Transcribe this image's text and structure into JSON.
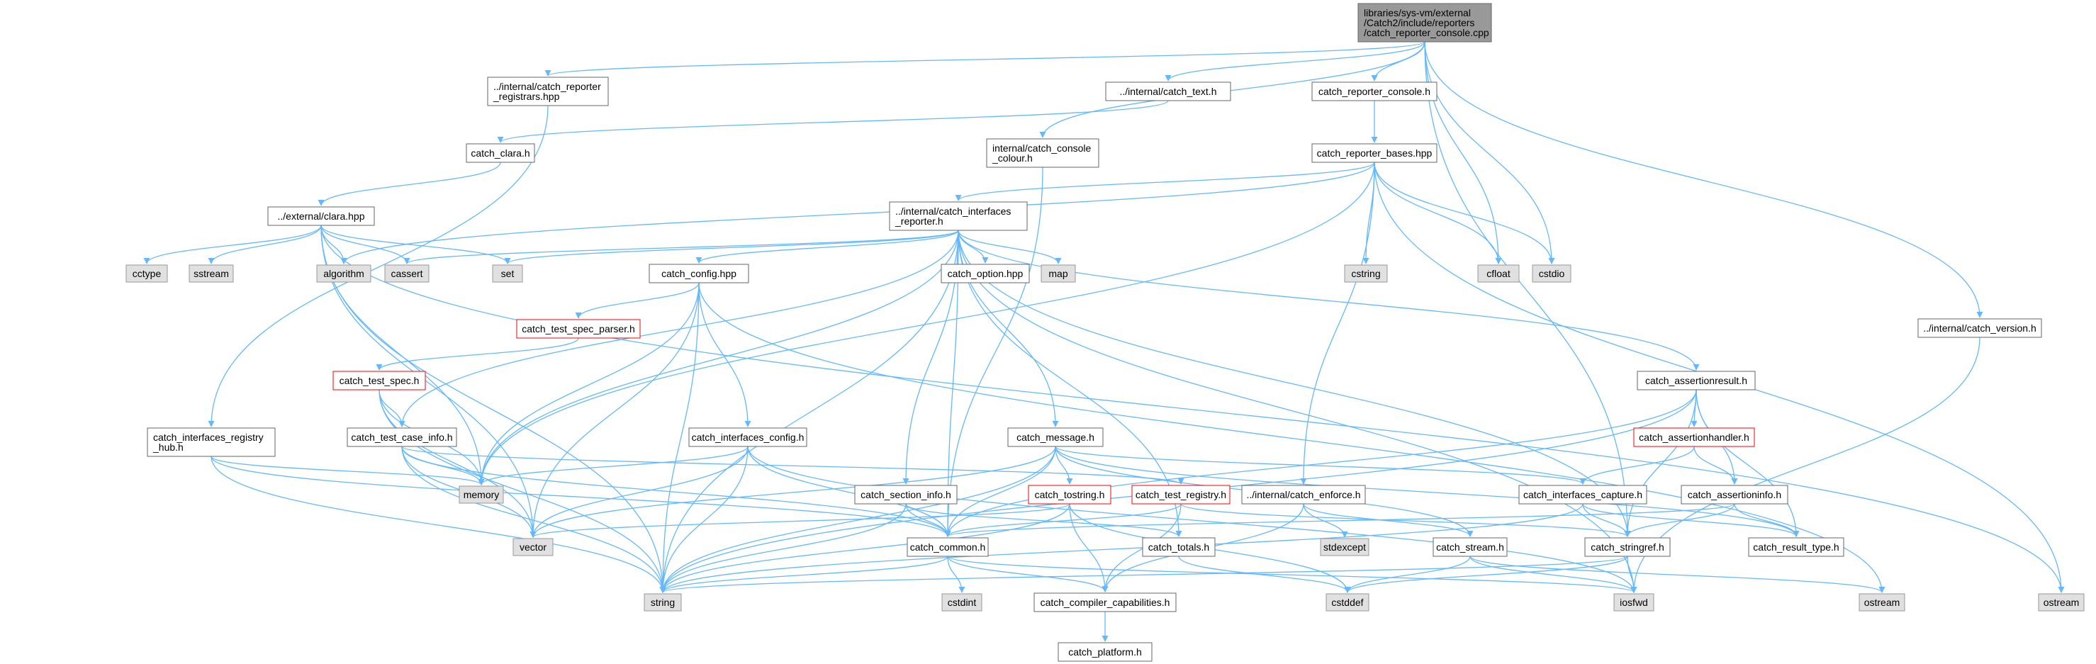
{
  "colors": {
    "edge": "#63b8ff",
    "node_border": "#666666",
    "node_fill": "#ffffff",
    "root_fill": "#999999",
    "root_border": "#666666",
    "system_fill": "#e0e0e0",
    "system_border": "#999999",
    "truncated_border": "#ff0000"
  },
  "nodes": [
    {
      "id": "root",
      "kind": "root",
      "lines": [
        "libraries/sys-vm/external",
        "/Catch2/include/reporters",
        "/catch_reporter_console.cpp"
      ]
    },
    {
      "id": "registrars",
      "kind": "normal",
      "lines": [
        "../internal/catch_reporter",
        "_registrars.hpp"
      ]
    },
    {
      "id": "ctext",
      "kind": "normal",
      "lines": [
        "../internal/catch_text.h"
      ]
    },
    {
      "id": "rconsole",
      "kind": "normal",
      "lines": [
        "catch_reporter_console.h"
      ]
    },
    {
      "id": "colour",
      "kind": "normal",
      "lines": [
        "internal/catch_console",
        "_colour.h"
      ]
    },
    {
      "id": "clara",
      "kind": "normal",
      "lines": [
        "catch_clara.h"
      ]
    },
    {
      "id": "bases",
      "kind": "normal",
      "lines": [
        "catch_reporter_bases.hpp"
      ]
    },
    {
      "id": "extclara",
      "kind": "normal",
      "lines": [
        "../external/clara.hpp"
      ]
    },
    {
      "id": "ireporter",
      "kind": "normal",
      "lines": [
        "../internal/catch_interfaces",
        "_reporter.h"
      ]
    },
    {
      "id": "cctype",
      "kind": "system",
      "lines": [
        "cctype"
      ]
    },
    {
      "id": "sstream",
      "kind": "system",
      "lines": [
        "sstream"
      ]
    },
    {
      "id": "algorithm",
      "kind": "system",
      "lines": [
        "algorithm"
      ]
    },
    {
      "id": "cassert",
      "kind": "system",
      "lines": [
        "cassert"
      ]
    },
    {
      "id": "set",
      "kind": "system",
      "lines": [
        "set"
      ]
    },
    {
      "id": "config",
      "kind": "normal",
      "lines": [
        "catch_config.hpp"
      ]
    },
    {
      "id": "option",
      "kind": "normal",
      "lines": [
        "catch_option.hpp"
      ]
    },
    {
      "id": "map",
      "kind": "system",
      "lines": [
        "map"
      ]
    },
    {
      "id": "cstring",
      "kind": "system",
      "lines": [
        "cstring"
      ]
    },
    {
      "id": "cfloat",
      "kind": "system",
      "lines": [
        "cfloat"
      ]
    },
    {
      "id": "cstdio",
      "kind": "system",
      "lines": [
        "cstdio"
      ]
    },
    {
      "id": "version",
      "kind": "normal",
      "lines": [
        "../internal/catch_version.h"
      ]
    },
    {
      "id": "specparser",
      "kind": "truncated",
      "lines": [
        "catch_test_spec_parser.h"
      ]
    },
    {
      "id": "testspec",
      "kind": "truncated",
      "lines": [
        "catch_test_spec.h"
      ]
    },
    {
      "id": "assertresult",
      "kind": "normal",
      "lines": [
        "catch_assertionresult.h"
      ]
    },
    {
      "id": "reghub",
      "kind": "normal",
      "lines": [
        "catch_interfaces_registry",
        "_hub.h"
      ]
    },
    {
      "id": "caseinfo",
      "kind": "normal",
      "lines": [
        "catch_test_case_info.h"
      ]
    },
    {
      "id": "iconfig",
      "kind": "normal",
      "lines": [
        "catch_interfaces_config.h"
      ]
    },
    {
      "id": "message",
      "kind": "normal",
      "lines": [
        "catch_message.h"
      ]
    },
    {
      "id": "ahandler",
      "kind": "truncated",
      "lines": [
        "catch_assertionhandler.h"
      ]
    },
    {
      "id": "memory",
      "kind": "system",
      "lines": [
        "memory"
      ]
    },
    {
      "id": "tostring",
      "kind": "truncated",
      "lines": [
        "catch_tostring.h"
      ]
    },
    {
      "id": "testreg",
      "kind": "truncated",
      "lines": [
        "catch_test_registry.h"
      ]
    },
    {
      "id": "sectioninfo",
      "kind": "normal",
      "lines": [
        "catch_section_info.h"
      ]
    },
    {
      "id": "enforce",
      "kind": "normal",
      "lines": [
        "../internal/catch_enforce.h"
      ]
    },
    {
      "id": "icapture",
      "kind": "normal",
      "lines": [
        "catch_interfaces_capture.h"
      ]
    },
    {
      "id": "assertinfo",
      "kind": "normal",
      "lines": [
        "catch_assertioninfo.h"
      ]
    },
    {
      "id": "vector",
      "kind": "system",
      "lines": [
        "vector"
      ]
    },
    {
      "id": "common",
      "kind": "normal",
      "lines": [
        "catch_common.h"
      ]
    },
    {
      "id": "totals",
      "kind": "normal",
      "lines": [
        "catch_totals.h"
      ]
    },
    {
      "id": "stdexcept",
      "kind": "system",
      "lines": [
        "stdexcept"
      ]
    },
    {
      "id": "stream",
      "kind": "normal",
      "lines": [
        "catch_stream.h"
      ]
    },
    {
      "id": "stringref",
      "kind": "normal",
      "lines": [
        "catch_stringref.h"
      ]
    },
    {
      "id": "resulttype",
      "kind": "normal",
      "lines": [
        "catch_result_type.h"
      ]
    },
    {
      "id": "string",
      "kind": "system",
      "lines": [
        "string"
      ]
    },
    {
      "id": "cstdint",
      "kind": "system",
      "lines": [
        "cstdint"
      ]
    },
    {
      "id": "compcaps",
      "kind": "normal",
      "lines": [
        "catch_compiler_capabilities.h"
      ]
    },
    {
      "id": "cstddef",
      "kind": "system",
      "lines": [
        "cstddef"
      ]
    },
    {
      "id": "iosfwd",
      "kind": "system",
      "lines": [
        "iosfwd"
      ]
    },
    {
      "id": "ostream",
      "kind": "system",
      "lines": [
        "ostream"
      ]
    },
    {
      "id": "ostream2",
      "kind": "system",
      "lines": [
        "ostream"
      ]
    },
    {
      "id": "platform",
      "kind": "normal",
      "lines": [
        "catch_platform.h"
      ]
    }
  ],
  "edges": [
    [
      "root",
      "registrars"
    ],
    [
      "root",
      "ctext"
    ],
    [
      "root",
      "rconsole"
    ],
    [
      "root",
      "colour"
    ],
    [
      "root",
      "cfloat"
    ],
    [
      "root",
      "cstdio"
    ],
    [
      "root",
      "version"
    ],
    [
      "root",
      "stringref"
    ],
    [
      "registrars",
      "reghub"
    ],
    [
      "ctext",
      "clara"
    ],
    [
      "clara",
      "extclara"
    ],
    [
      "rconsole",
      "bases"
    ],
    [
      "colour",
      "common"
    ],
    [
      "bases",
      "ireporter"
    ],
    [
      "bases",
      "cstring"
    ],
    [
      "bases",
      "cfloat"
    ],
    [
      "bases",
      "cstdio"
    ],
    [
      "bases",
      "enforce"
    ],
    [
      "bases",
      "ostream2"
    ],
    [
      "bases",
      "memory"
    ],
    [
      "bases",
      "algorithm"
    ],
    [
      "extclara",
      "cctype"
    ],
    [
      "extclara",
      "sstream"
    ],
    [
      "extclara",
      "algorithm"
    ],
    [
      "extclara",
      "cassert"
    ],
    [
      "extclara",
      "set"
    ],
    [
      "extclara",
      "memory"
    ],
    [
      "extclara",
      "vector"
    ],
    [
      "extclara",
      "string"
    ],
    [
      "extclara",
      "ostream2"
    ],
    [
      "ireporter",
      "cassert"
    ],
    [
      "ireporter",
      "set"
    ],
    [
      "ireporter",
      "config"
    ],
    [
      "ireporter",
      "option"
    ],
    [
      "ireporter",
      "map"
    ],
    [
      "ireporter",
      "string"
    ],
    [
      "ireporter",
      "memory"
    ],
    [
      "ireporter",
      "assertresult"
    ],
    [
      "ireporter",
      "caseinfo"
    ],
    [
      "ireporter",
      "message"
    ],
    [
      "ireporter",
      "sectioninfo"
    ],
    [
      "ireporter",
      "common"
    ],
    [
      "ireporter",
      "totals"
    ],
    [
      "ireporter",
      "stringref"
    ],
    [
      "ireporter",
      "iosfwd"
    ],
    [
      "config",
      "specparser"
    ],
    [
      "config",
      "iconfig"
    ],
    [
      "config",
      "memory"
    ],
    [
      "config",
      "vector"
    ],
    [
      "config",
      "string"
    ],
    [
      "config",
      "ostream"
    ],
    [
      "specparser",
      "testspec"
    ],
    [
      "testspec",
      "caseinfo"
    ],
    [
      "testspec",
      "memory"
    ],
    [
      "testspec",
      "vector"
    ],
    [
      "testspec",
      "string"
    ],
    [
      "assertresult",
      "common"
    ],
    [
      "assertresult",
      "string"
    ],
    [
      "assertresult",
      "ahandler"
    ],
    [
      "assertresult",
      "assertinfo"
    ],
    [
      "assertresult",
      "resulttype"
    ],
    [
      "assertresult",
      "stringref"
    ],
    [
      "reghub",
      "memory"
    ],
    [
      "reghub",
      "string"
    ],
    [
      "reghub",
      "common"
    ],
    [
      "caseinfo",
      "memory"
    ],
    [
      "caseinfo",
      "vector"
    ],
    [
      "caseinfo",
      "string"
    ],
    [
      "caseinfo",
      "common"
    ],
    [
      "caseinfo",
      "testreg"
    ],
    [
      "iconfig",
      "memory"
    ],
    [
      "iconfig",
      "vector"
    ],
    [
      "iconfig",
      "string"
    ],
    [
      "iconfig",
      "common"
    ],
    [
      "iconfig",
      "iosfwd"
    ],
    [
      "message",
      "vector"
    ],
    [
      "message",
      "string"
    ],
    [
      "message",
      "common"
    ],
    [
      "message",
      "tostring"
    ],
    [
      "message",
      "icapture"
    ],
    [
      "message",
      "stream"
    ],
    [
      "message",
      "resulttype"
    ],
    [
      "ahandler",
      "icapture"
    ],
    [
      "ahandler",
      "assertinfo"
    ],
    [
      "tostring",
      "vector"
    ],
    [
      "tostring",
      "string"
    ],
    [
      "tostring",
      "compcaps"
    ],
    [
      "tostring",
      "cstddef"
    ],
    [
      "testreg",
      "common"
    ],
    [
      "testreg",
      "compcaps"
    ],
    [
      "testreg",
      "stringref"
    ],
    [
      "sectioninfo",
      "common"
    ],
    [
      "sectioninfo",
      "totals"
    ],
    [
      "sectioninfo",
      "string"
    ],
    [
      "enforce",
      "compcaps"
    ],
    [
      "enforce",
      "stream"
    ],
    [
      "enforce",
      "stdexcept"
    ],
    [
      "icapture",
      "string"
    ],
    [
      "icapture",
      "stringref"
    ],
    [
      "icapture",
      "resulttype"
    ],
    [
      "assertinfo",
      "common"
    ],
    [
      "assertinfo",
      "stringref"
    ],
    [
      "assertinfo",
      "resulttype"
    ],
    [
      "common",
      "cstdint"
    ],
    [
      "common",
      "string"
    ],
    [
      "common",
      "compcaps"
    ],
    [
      "common",
      "iosfwd"
    ],
    [
      "totals",
      "cstddef"
    ],
    [
      "stream",
      "iosfwd"
    ],
    [
      "stream",
      "cstddef"
    ],
    [
      "stream",
      "ostream"
    ],
    [
      "stringref",
      "string"
    ],
    [
      "stringref",
      "iosfwd"
    ],
    [
      "stringref",
      "cstddef"
    ],
    [
      "version",
      "iosfwd"
    ],
    [
      "compcaps",
      "platform"
    ]
  ]
}
